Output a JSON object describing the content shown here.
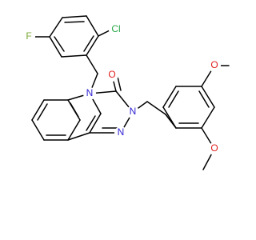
{
  "molecule": {
    "colors": {
      "bond": "#000000",
      "nitrogen": "#2c1fd1",
      "oxygen": "#e01f1f",
      "fluorine": "#7aa833",
      "chlorine": "#2aa84a",
      "background": "#ffffff"
    },
    "atoms": {
      "n_indole": "N",
      "n_pyrimidine_1": "N",
      "n_pyrimidine_2": "N",
      "o_carbonyl": "O",
      "o_methoxy_1": "O",
      "o_methoxy_2": "O",
      "cl": "Cl",
      "f": "F"
    }
  }
}
